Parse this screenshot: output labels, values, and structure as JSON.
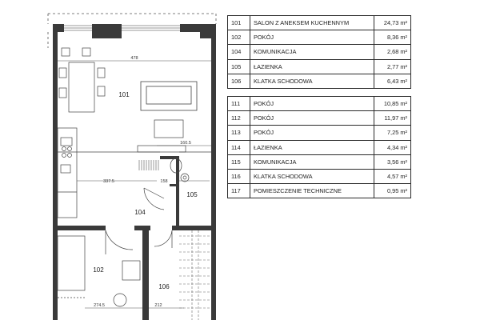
{
  "plan": {
    "rooms": {
      "r101": "101",
      "r102": "102",
      "r104": "104",
      "r105": "105",
      "r106": "106"
    },
    "dims": {
      "d478": "478",
      "d1605": "160.5",
      "d3375": "337.5",
      "d158": "158",
      "d2745": "274.5",
      "d212": "212"
    }
  },
  "table_floor1": [
    {
      "no": "101",
      "name": "SALON Z ANEKSEM KUCHENNYM",
      "area": "24,73 m²"
    },
    {
      "no": "102",
      "name": "POKÓJ",
      "area": "8,36 m²"
    },
    {
      "no": "104",
      "name": "KOMUNIKACJA",
      "area": "2,68 m²"
    },
    {
      "no": "105",
      "name": "ŁAZIENKA",
      "area": "2,77 m²"
    },
    {
      "no": "106",
      "name": "KLATKA SCHODOWA",
      "area": "6,43 m²"
    }
  ],
  "table_floor2": [
    {
      "no": "111",
      "name": "POKÓJ",
      "area": "10,85 m²"
    },
    {
      "no": "112",
      "name": "POKÓJ",
      "area": "11,97 m²"
    },
    {
      "no": "113",
      "name": "POKÓJ",
      "area": "7,25 m²"
    },
    {
      "no": "114",
      "name": "ŁAZIENKA",
      "area": "4,34 m²"
    },
    {
      "no": "115",
      "name": "KOMUNIKACJA",
      "area": "3,56 m²"
    },
    {
      "no": "116",
      "name": "KLATKA SCHODOWA",
      "area": "4,57 m²"
    },
    {
      "no": "117",
      "name": "POMIESZCZENIE TECHNICZNE",
      "area": "0,95 m²"
    }
  ]
}
